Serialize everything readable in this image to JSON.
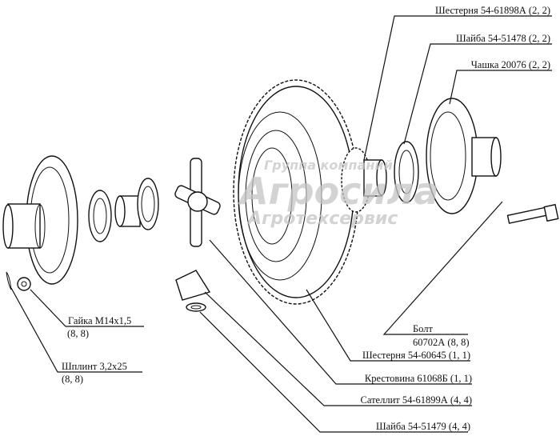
{
  "watermark": {
    "line1": "Группа компаний",
    "line2": "Агросила",
    "line3": "Агротехсервис"
  },
  "labels": {
    "pinion_gear": "Шестерня 54-61898А (2, 2)",
    "washer_top": "Шайба 54-51478 (2, 2)",
    "cup": "Чашка 20076 (2, 2)",
    "bolt_name": "Болт",
    "bolt_code": "60702А (8, 8)",
    "ring_gear": "Шестерня 54-60645 (1, 1)",
    "cross": "Крестовина 61068Б (1, 1)",
    "satellite": "Сателлит 54-61899А (4, 4)",
    "washer_bottom": "Шайба 54-51479 (4, 4)",
    "nut_name": "Гайка М14х1,5",
    "nut_qty": "(8, 8)",
    "pin_name": "Шплинт 3,2х25",
    "pin_qty": "(8, 8)"
  }
}
